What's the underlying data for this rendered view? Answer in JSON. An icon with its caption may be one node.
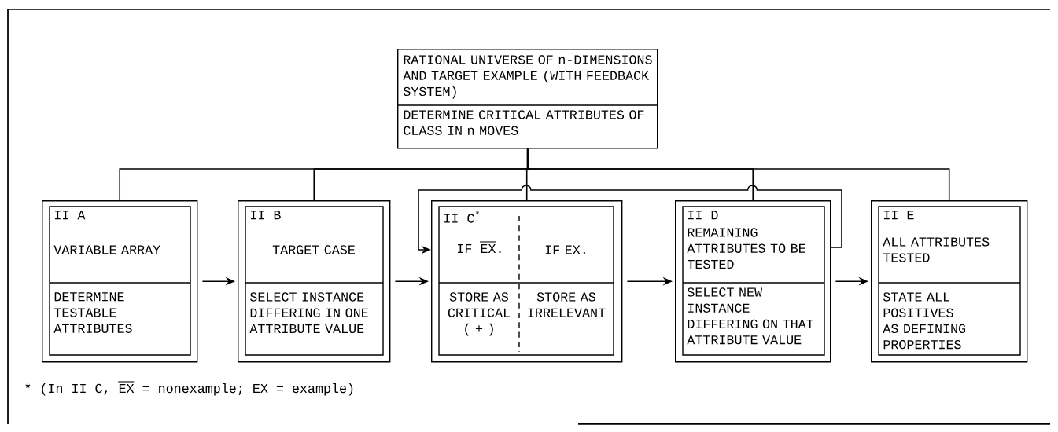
{
  "diagram": {
    "nodes": [
      {
        "text": [
          "RATIONAL UNIVERSE OF n-DIMENSIONS AND TARGET EXAMPLE (WITH FEEDBACK SYSTEM)",
          "DETERMINE CRITICAL ATTRIBUTES OF CLASS IN n MOVES"
        ]
      },
      {
        "text": [
          "II A",
          "VARIABLE ARRAY",
          "DETERMINE TESTABLE ATTRIBUTES"
        ]
      },
      {
        "text": [
          "II B",
          "TARGET CASE",
          "SELECT INSTANCE DIFFERING IN ONE ATTRIBUTE VALUE"
        ]
      },
      {
        "text": [
          "II C$^{*}$",
          "IF EX.",
          "IF EX.",
          "STORE AS CRITICAL ( + )",
          "STORE AS IRRELEVANT"
        ]
      },
      {
        "text": [
          "II D",
          "REMAINING ATTRIBUTES TO BE TESTED",
          "SELECT NEW INSTANCE DIFFERING ON THAT ATTRIBUTE VALUE"
        ]
      },
      {
        "text": [
          "II E",
          "ALL ATTRIBUTES TESTED",
          "STATE ALL POSITIVES AS DEFINING PROPERTIES"
        ]
      }
    ],
    "edges": [
      {
        "from": 0,
        "to": 1,
        "arrow": "none"
      },
      {
        "from": 0,
        "to": 2,
        "arrow": "none"
      },
      {
        "from": 0,
        "to": 3,
        "arrow": "none"
      },
      {
        "from": 0,
        "to": 4,
        "arrow": "none"
      },
      {
        "from": 0,
        "to": 5,
        "arrow": "none"
      },
      {
        "from": 1,
        "to": 2,
        "arrow": "to"
      },
      {
        "from": 2,
        "to": 3,
        "arrow": "to"
      },
      {
        "from": 3,
        "to": 4,
        "arrow": "to"
      },
      {
        "from": 4,
        "to": 5,
        "arrow": "to"
      },
      {
        "from": 4,
        "to": 3,
        "arrow": "to"
      }
    ],
    "labels": [
      "* (In II C, EX = nonexample; EX = example)"
    ]
  }
}
